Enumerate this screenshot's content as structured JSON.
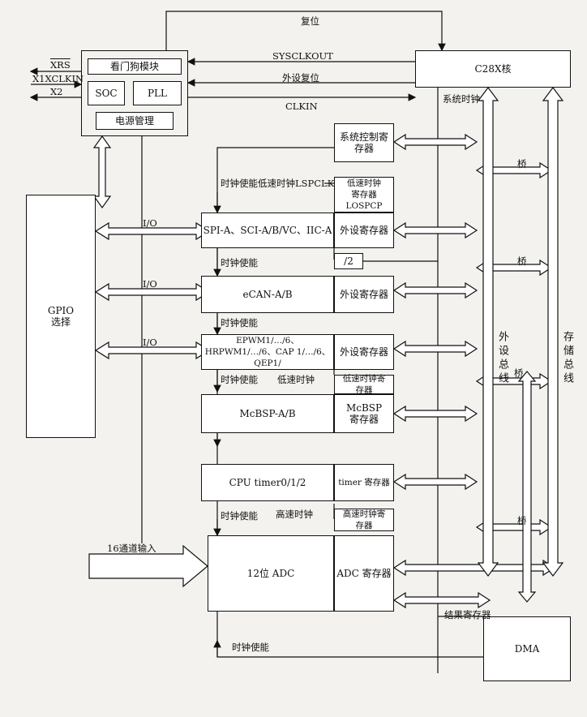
{
  "blocks": {
    "watchdog": "看门狗模块",
    "soc": "SOC",
    "pll": "PLL",
    "power": "电源管理",
    "c28x": "C28X核",
    "gpio": "GPIO\n选择",
    "sysctrl": "系统控制寄\n存器",
    "lospcp": "低速时钟\n寄存器\nLOSPCP",
    "spi": "SPI-A、SCI-A/B/VC、IIC-A",
    "spi_reg": "外设寄存器",
    "div2": "/2",
    "ecan": "eCAN-A/B",
    "ecan_reg": "外设寄存器",
    "epwm": "EPWM1/…/6、\nHRPWM1/…/6、CAP 1/…/6、\nQEP1/",
    "epwm_reg": "外设寄存器",
    "lowclk_reg": "低速时钟寄\n存器",
    "mcbsp": "McBSP-A/B",
    "mcbsp_reg": "McBSP\n寄存器",
    "timer": "CPU timer0/1/2",
    "timer_reg": "timer 寄存器",
    "highclk_reg": "高速时钟寄\n存器",
    "adc": "12位 ADC",
    "adc_reg": "ADC 寄存器",
    "dma": "DMA"
  },
  "labels": {
    "reset": "复位",
    "sysclkout": "SYSCLKOUT",
    "periph_reset": "外设复位",
    "clkin": "CLKIN",
    "xrs": "XRS",
    "x1xclkin": "X1XCLKIN",
    "x2": "X2",
    "sys_clock": "系统时钟",
    "clk_en_lsp": "时钟使能低速时钟LSPCLK",
    "io1": "I/O",
    "io2": "I/O",
    "io3": "I/O",
    "clk_en1": "时钟使能",
    "clk_en2": "时钟使能",
    "clk_en3": "时钟使能",
    "clk_en4": "时钟使能",
    "clk_en5": "时钟使能",
    "low_clk": "低速时钟",
    "high_clk": "高速时钟",
    "ch16": "16通道输入",
    "result_reg": "结果寄存器",
    "bridge1": "桥",
    "bridge2": "桥",
    "bridge3": "桥",
    "bridge4": "桥",
    "periph_bus": "外设总线",
    "mem_bus": "存储总线"
  }
}
